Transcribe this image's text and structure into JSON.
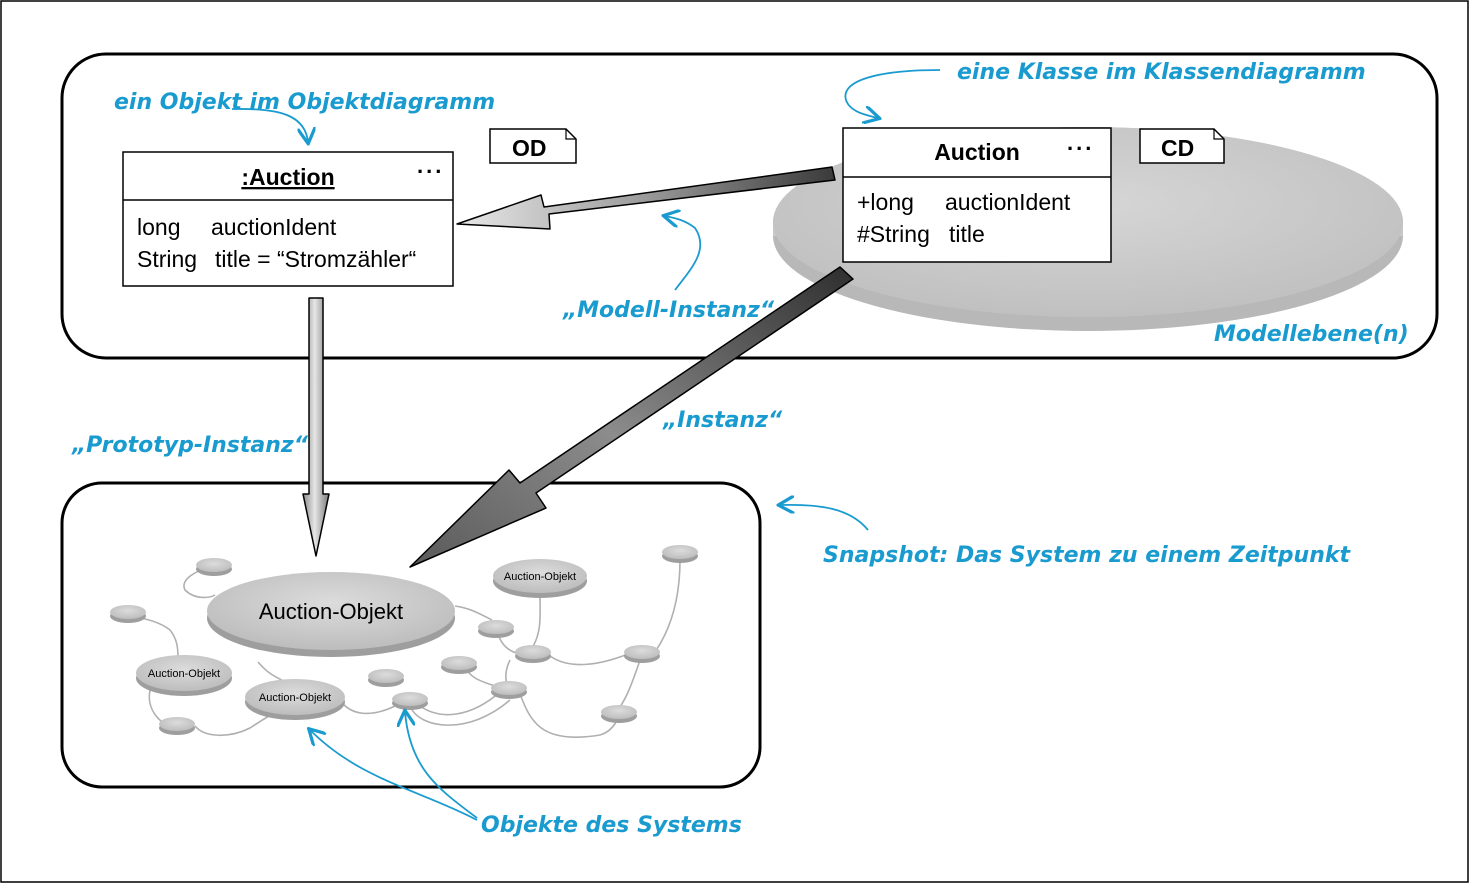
{
  "annotations": {
    "object_in_od": "ein Objekt im Objektdiagramm",
    "class_in_cd": "eine Klasse im Klassendiagramm",
    "model_instance": "„Modell-Instanz“",
    "model_level": "Modellebene(n)",
    "prototype_instance": "„Prototyp-Instanz“",
    "instance": "„Instanz“",
    "snapshot": "Snapshot: Das System zu einem Zeitpunkt",
    "system_objects": "Objekte des Systems"
  },
  "object_diagram": {
    "tag": "OD",
    "object_name": ":Auction",
    "ellipsis": "...",
    "attr1_type": "long",
    "attr1_name": "auctionIdent",
    "attr2_type": "String",
    "attr2_name": "title = “Stromzähler“"
  },
  "class_diagram": {
    "tag": "CD",
    "class_name": "Auction",
    "ellipsis": "...",
    "attr1_type": "+long",
    "attr1_name": "auctionIdent",
    "attr2_type": "#String",
    "attr2_name": "title"
  },
  "snapshot": {
    "main_object": "Auction-Objekt",
    "object_a": "Auction-Objekt",
    "object_b": "Auction-Objekt",
    "object_c": "Auction-Objekt"
  }
}
